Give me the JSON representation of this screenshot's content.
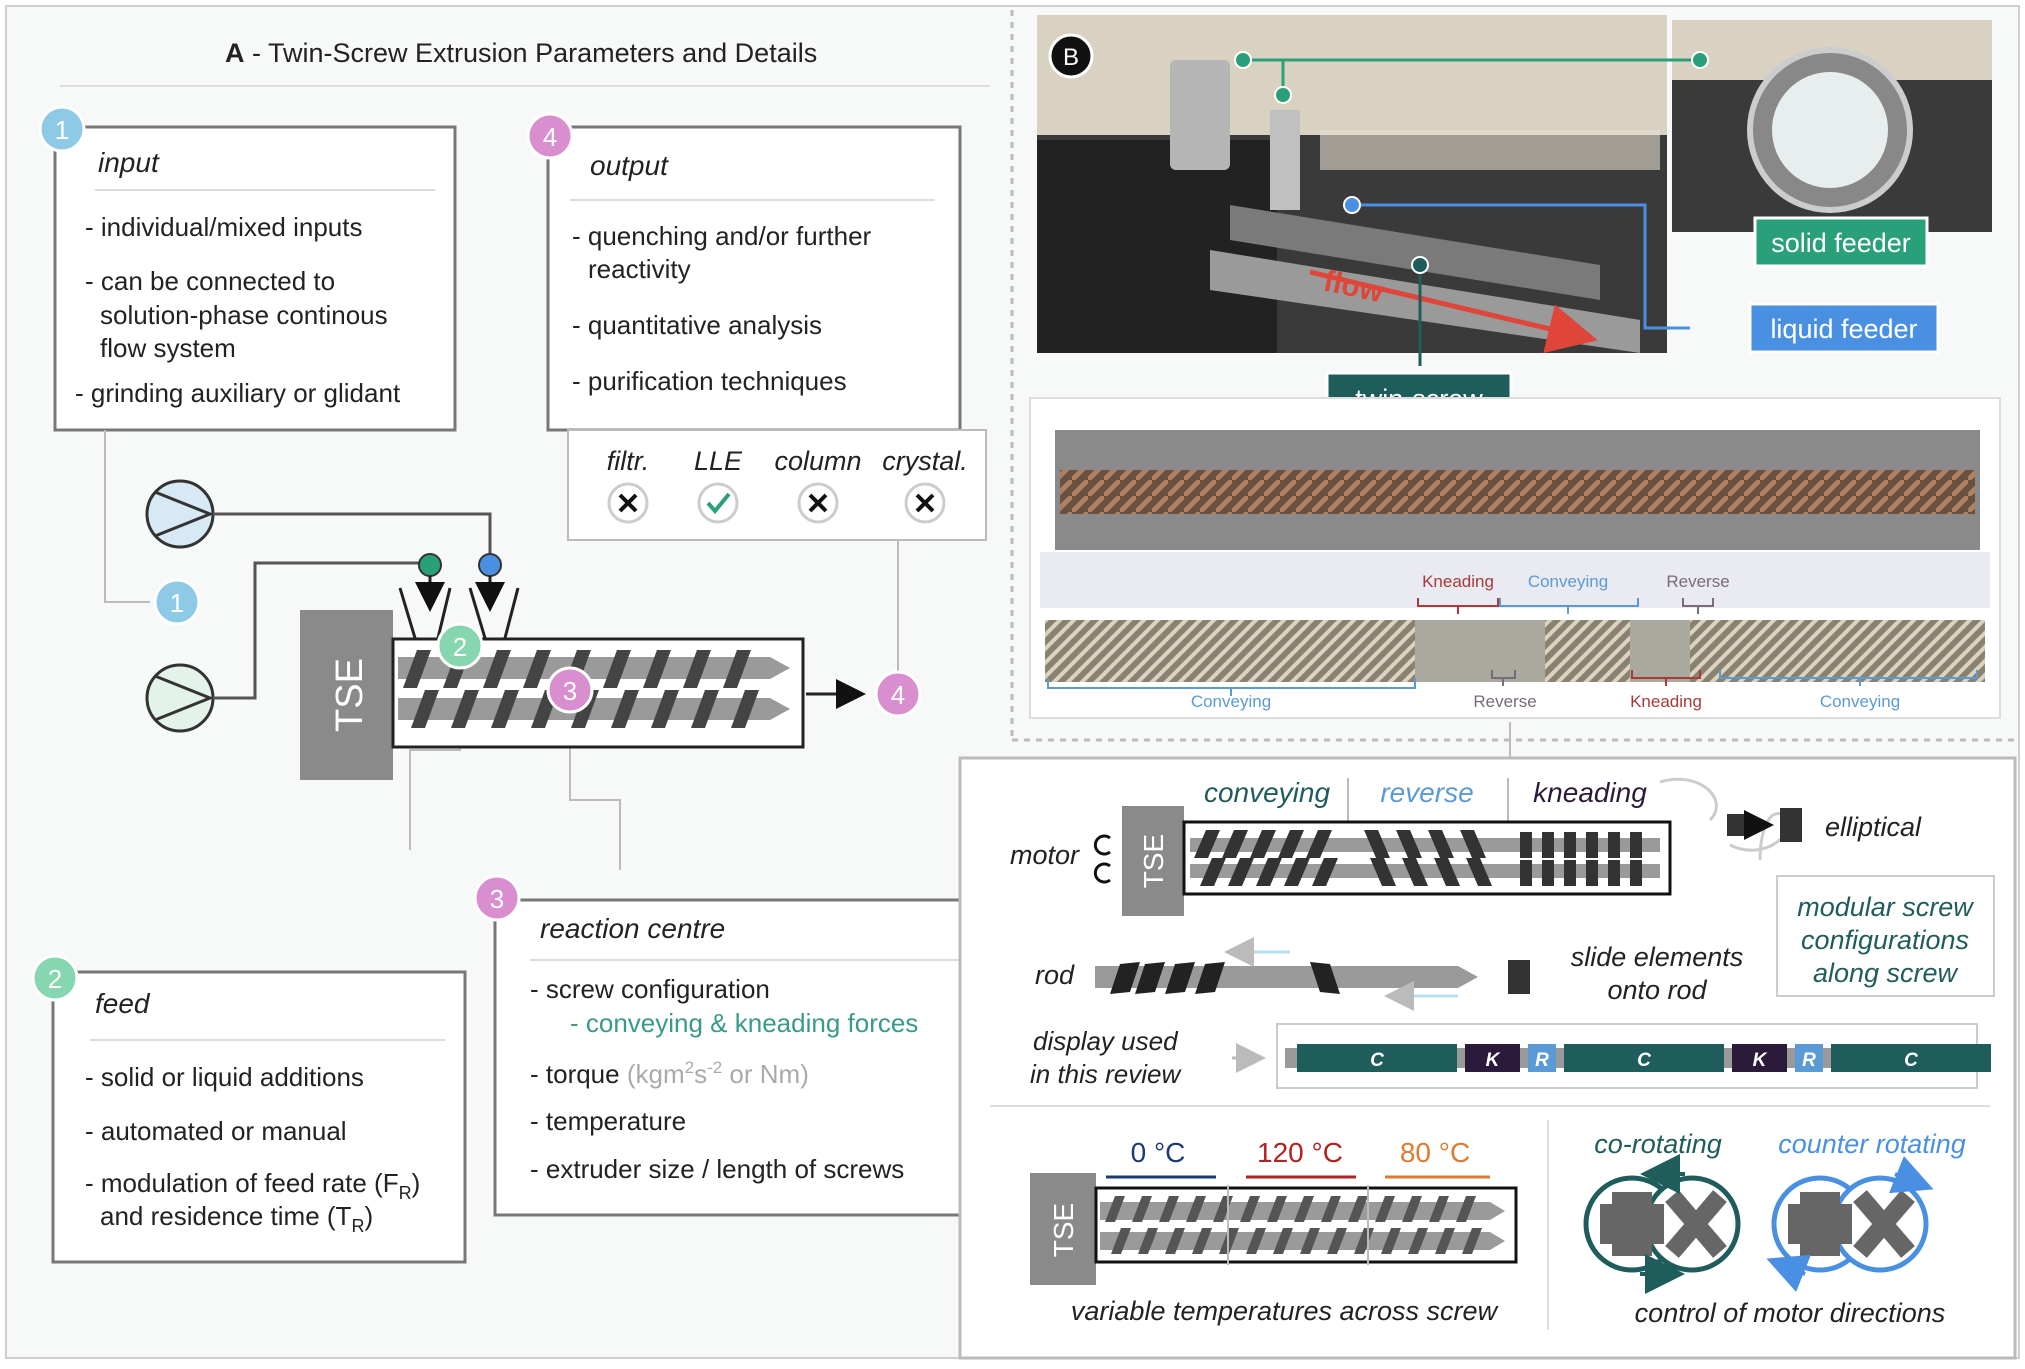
{
  "panel_a": {
    "label": "A",
    "title": " - Twin-Screw Extrusion Parameters and Details",
    "input": {
      "num": "1",
      "heading": "input",
      "l1": "- individual/mixed inputs",
      "l2": "- can be connected to",
      "l3": "solution-phase continous",
      "l4": "flow system",
      "l5": "- grinding auxiliary or glidant"
    },
    "output": {
      "num": "4",
      "heading": "output",
      "l1": "- quenching and/or further",
      "l2": "reactivity",
      "l3": "- quantitative analysis",
      "l4": "- purification techniques",
      "methods": [
        {
          "label": "filtr.",
          "status": "no"
        },
        {
          "label": "LLE",
          "status": "yes"
        },
        {
          "label": "column",
          "status": "no"
        },
        {
          "label": "crystal.",
          "status": "no"
        }
      ]
    },
    "tse_label": "TSE",
    "feed": {
      "num": "2",
      "heading": "feed",
      "l1": "- solid or liquid additions",
      "l2": "- automated or manual",
      "l3": "- modulation of feed rate (F",
      "l3_sub": "R",
      "l3_end": ")",
      "l4": "and residence time (T",
      "l4_sub": "R",
      "l4_end": ")"
    },
    "reaction": {
      "num": "3",
      "heading": "reaction centre",
      "l1": "- screw configuration",
      "l2": "- conveying & kneading forces",
      "l3": "- torque ",
      "l3_unit_a": "(kgm",
      "l3_sup1": "2",
      "l3_unit_b": "s",
      "l3_sup2": "-2",
      "l3_unit_c": " or Nm)",
      "l4": "- temperature",
      "l5": "- extruder size / length of screws"
    }
  },
  "panel_b": {
    "label": "B",
    "flow": "flow",
    "solid_feeder": "solid feeder",
    "liquid_feeder": "liquid feeder",
    "twin_screw": "twin-screw",
    "segments_top": [
      "Kneading",
      "Conveying",
      "Reverse"
    ],
    "segments_bottom": [
      "Conveying",
      "Reverse",
      "Kneading",
      "Conveying"
    ]
  },
  "panel_c": {
    "conveying": "conveying",
    "reverse": "reverse",
    "kneading": "kneading",
    "motor": "motor",
    "tse": "TSE",
    "elliptical": "elliptical",
    "rod": "rod",
    "slide1": "slide elements",
    "slide2": "onto rod",
    "modular1": "modular screw",
    "modular2": "configurations",
    "modular3": "along screw",
    "display1": "display used",
    "display2": "in this review",
    "strip": [
      "C",
      "K",
      "R",
      "C",
      "K",
      "R",
      "C"
    ],
    "temps": [
      "0 °C",
      "120 °C",
      "80 °C"
    ],
    "temp_caption": "variable temperatures across screw",
    "co_rotating": "co-rotating",
    "counter_rotating": "counter rotating",
    "motor_caption": "control of motor directions"
  },
  "colors": {
    "blue_badge": "#8ecae6",
    "green_badge": "#86d6b0",
    "pink_badge": "#d98fcf",
    "dark_teal": "#1f5c5c",
    "teal_label": "#2aa07a",
    "liquid_blue": "#4a90e2",
    "kneading_dark": "#2c1a3a",
    "reverse_blue": "#5b9bd5",
    "flow_red": "#e0453a",
    "temp_blue": "#1a3a7a",
    "temp_red": "#b22222",
    "temp_orange": "#e07a30"
  }
}
